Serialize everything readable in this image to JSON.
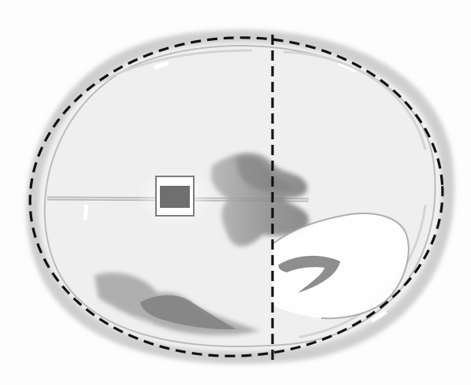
{
  "figure": {
    "title": "",
    "colors": {
      "background": "#fdfdfd",
      "skull_outer": "#dcdcdc",
      "skull_line": "#b5b5b5",
      "brain_fill": "#efefef",
      "ventricle": "#8d8d8d",
      "ventricle_light": "#b8b8b8",
      "cavum": "#9a9a9a",
      "cavum_core": "#6f6f6f",
      "guide_lines": "#111111"
    },
    "elements": [
      "skull-outline",
      "midline-falx",
      "cavum-septi-pellucidi",
      "frontal-horn",
      "lateral-ventricle-atrium",
      "posterior-ventricle",
      "dashed-ellipse-measurement",
      "dashed-vertical-measurement"
    ]
  }
}
